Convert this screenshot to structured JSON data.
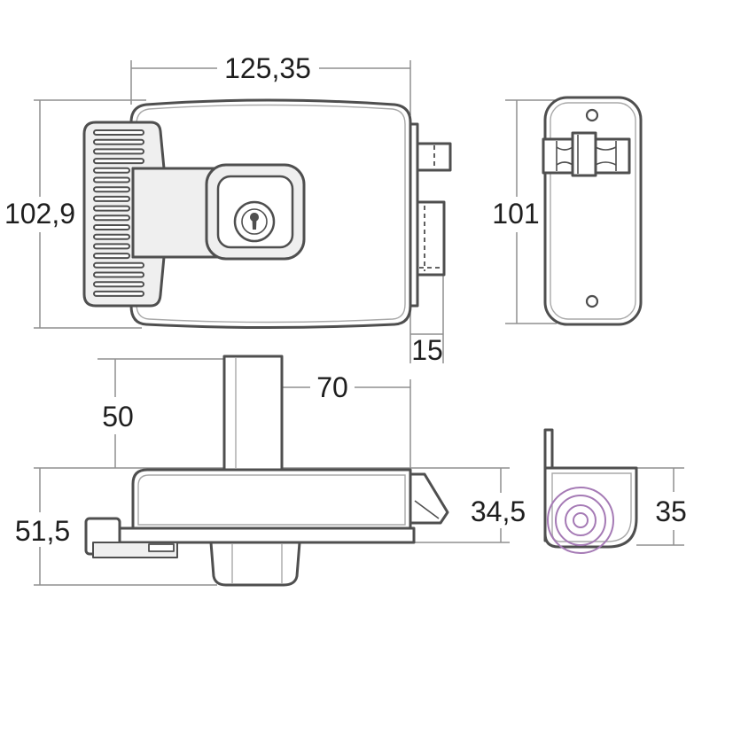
{
  "colors": {
    "outline": "#4f4f4f",
    "dimension": "#8f8f8f",
    "text": "#1e1e1e",
    "accent_circle": "#a57ab5"
  },
  "front_view": {
    "width_label": "125,35",
    "height_label": "102,9",
    "latch_label": "15"
  },
  "side_view": {
    "height_label": "101"
  },
  "top_view": {
    "bolt_length_label": "50",
    "bolt_offset_label": "70",
    "body_depth_label": "34,5",
    "total_depth_label": "51,5"
  },
  "end_view": {
    "depth_label": "35"
  }
}
